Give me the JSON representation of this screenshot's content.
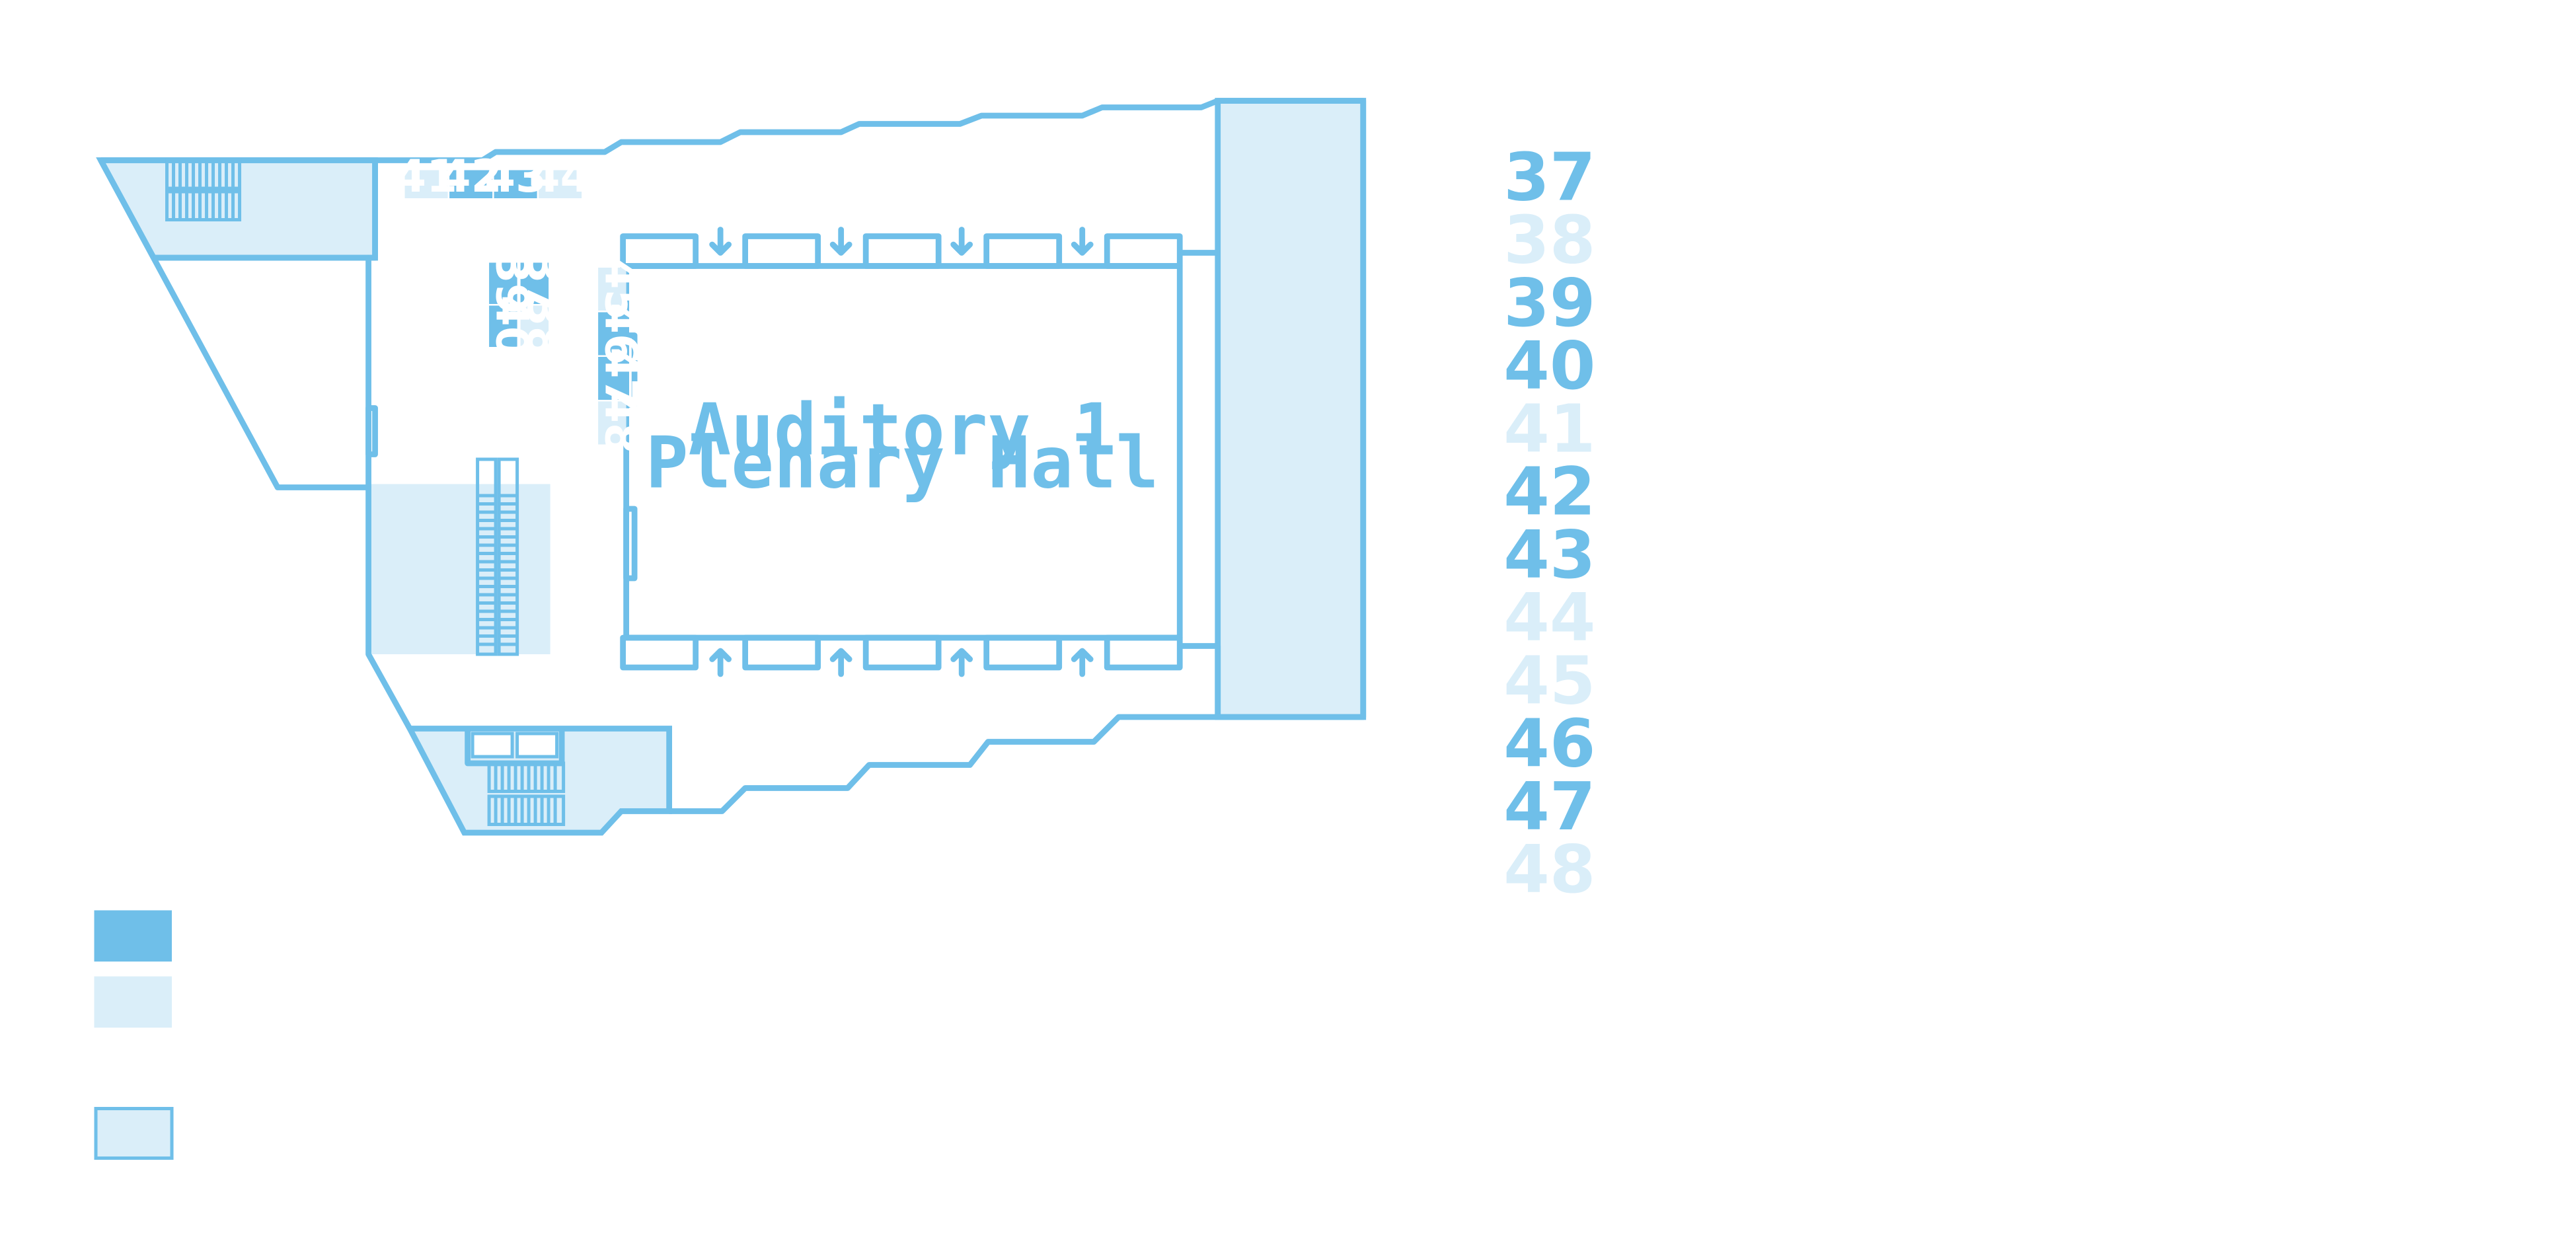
{
  "hall": {
    "line1": "Auditory 1",
    "line2": "Plenary Hall"
  },
  "booths": [
    {
      "id": "37",
      "label": "37",
      "status": "occupied"
    },
    {
      "id": "38",
      "label": "38",
      "status": "available"
    },
    {
      "id": "39",
      "label": "39",
      "status": "occupied"
    },
    {
      "id": "40",
      "label": "40",
      "status": "occupied"
    },
    {
      "id": "41",
      "label": "41",
      "status": "available"
    },
    {
      "id": "42",
      "label": "42",
      "status": "occupied"
    },
    {
      "id": "43",
      "label": "43",
      "status": "occupied"
    },
    {
      "id": "44",
      "label": "44",
      "status": "available"
    },
    {
      "id": "45",
      "label": "45",
      "status": "available"
    },
    {
      "id": "46",
      "label": "46",
      "status": "occupied"
    },
    {
      "id": "47",
      "label": "47",
      "status": "occupied"
    },
    {
      "id": "48",
      "label": "48",
      "status": "available"
    }
  ],
  "legend": {
    "occupied_color": "#6fbfe9",
    "available_color": "#daeef9",
    "area_color": "#daeef9"
  },
  "colors": {
    "line": "#6fbfe9",
    "occupied": "#6fbfe9",
    "available": "#daeef9",
    "background": "#ffffff"
  }
}
